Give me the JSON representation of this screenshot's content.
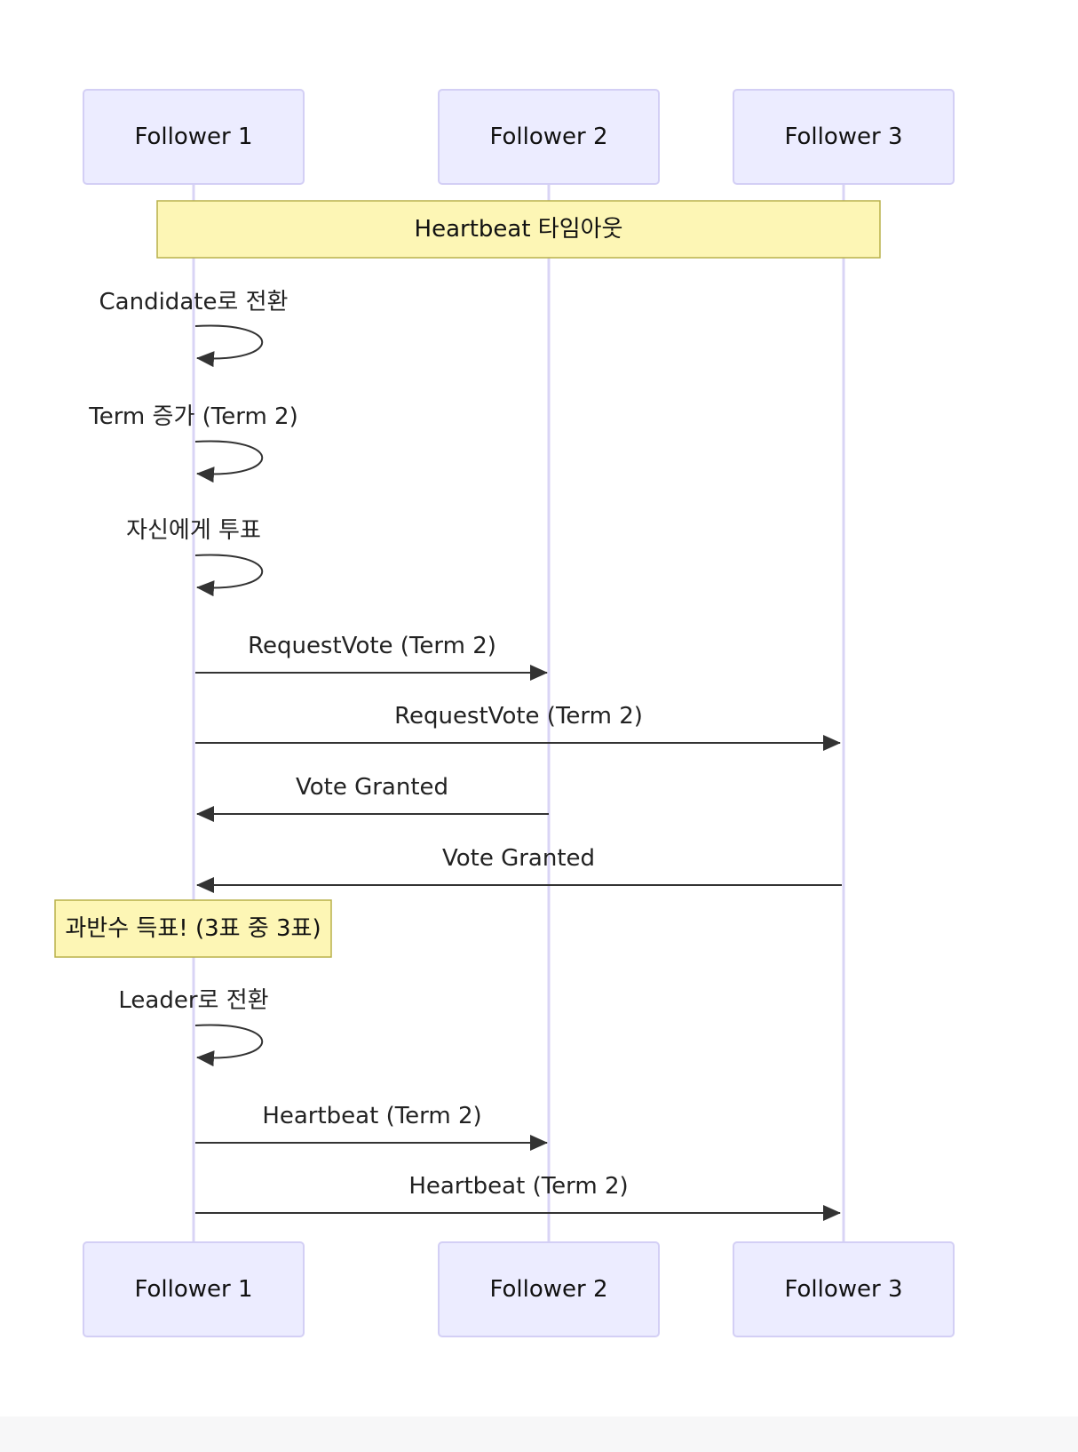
{
  "colors": {
    "page_background": "#ffffff",
    "margin_background": "#f7f7f8",
    "participant_fill": "#ececff",
    "participant_stroke": "#d3cff5",
    "lifeline": "#d9d4f5",
    "note_fill": "#fdf6b5",
    "note_stroke": "#b8b04a",
    "message_line": "#333333",
    "text": "#222222"
  },
  "participants": {
    "f1": {
      "label": "Follower 1"
    },
    "f2": {
      "label": "Follower 2"
    },
    "f3": {
      "label": "Follower 3"
    }
  },
  "events": [
    {
      "kind": "note",
      "text": "Heartbeat 타임아웃",
      "span": [
        "f1",
        "f3"
      ]
    },
    {
      "kind": "self",
      "text": "Candidate로 전환",
      "at": "f1"
    },
    {
      "kind": "self",
      "text": "Term 증가 (Term 2)",
      "at": "f1"
    },
    {
      "kind": "self",
      "text": "자신에게 투표",
      "at": "f1"
    },
    {
      "kind": "message",
      "text": "RequestVote (Term 2)",
      "from": "f1",
      "to": "f2"
    },
    {
      "kind": "message",
      "text": "RequestVote (Term 2)",
      "from": "f1",
      "to": "f3"
    },
    {
      "kind": "message",
      "text": "Vote Granted",
      "from": "f2",
      "to": "f1"
    },
    {
      "kind": "message",
      "text": "Vote Granted",
      "from": "f3",
      "to": "f1"
    },
    {
      "kind": "note",
      "text": "과반수 득표! (3표 중 3표)",
      "over": "f1"
    },
    {
      "kind": "self",
      "text": "Leader로 전환",
      "at": "f1"
    },
    {
      "kind": "message",
      "text": "Heartbeat (Term 2)",
      "from": "f1",
      "to": "f2"
    },
    {
      "kind": "message",
      "text": "Heartbeat (Term 2)",
      "from": "f1",
      "to": "f3"
    }
  ]
}
